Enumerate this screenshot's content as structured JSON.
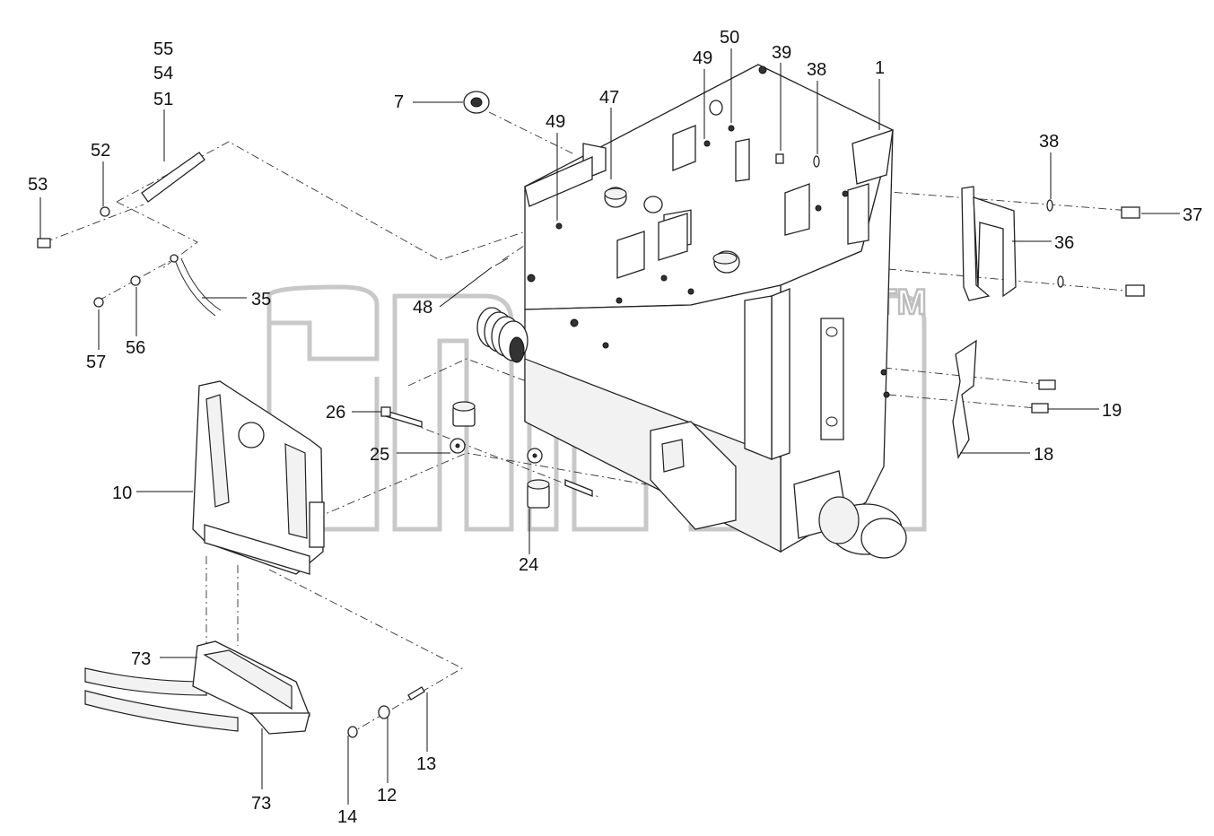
{
  "watermark": {
    "text": "TM"
  },
  "callouts": [
    {
      "id": "c55",
      "text": "55"
    },
    {
      "id": "c54",
      "text": "54"
    },
    {
      "id": "c51",
      "text": "51"
    },
    {
      "id": "c52",
      "text": "52"
    },
    {
      "id": "c53",
      "text": "53"
    },
    {
      "id": "c35",
      "text": "35"
    },
    {
      "id": "c57",
      "text": "57"
    },
    {
      "id": "c56",
      "text": "56"
    },
    {
      "id": "c7",
      "text": "7"
    },
    {
      "id": "c49a",
      "text": "49"
    },
    {
      "id": "c47",
      "text": "47"
    },
    {
      "id": "c49b",
      "text": "49"
    },
    {
      "id": "c50",
      "text": "50"
    },
    {
      "id": "c39",
      "text": "39"
    },
    {
      "id": "c38a",
      "text": "38"
    },
    {
      "id": "c1",
      "text": "1"
    },
    {
      "id": "c38b",
      "text": "38"
    },
    {
      "id": "c37",
      "text": "37"
    },
    {
      "id": "c36",
      "text": "36"
    },
    {
      "id": "c48",
      "text": "48"
    },
    {
      "id": "c26",
      "text": "26"
    },
    {
      "id": "c25",
      "text": "25"
    },
    {
      "id": "c10",
      "text": "10"
    },
    {
      "id": "c24",
      "text": "24"
    },
    {
      "id": "c19",
      "text": "19"
    },
    {
      "id": "c18",
      "text": "18"
    },
    {
      "id": "c73a",
      "text": "73"
    },
    {
      "id": "c73b",
      "text": "73"
    },
    {
      "id": "c14",
      "text": "14"
    },
    {
      "id": "c12",
      "text": "12"
    },
    {
      "id": "c13",
      "text": "13"
    }
  ]
}
